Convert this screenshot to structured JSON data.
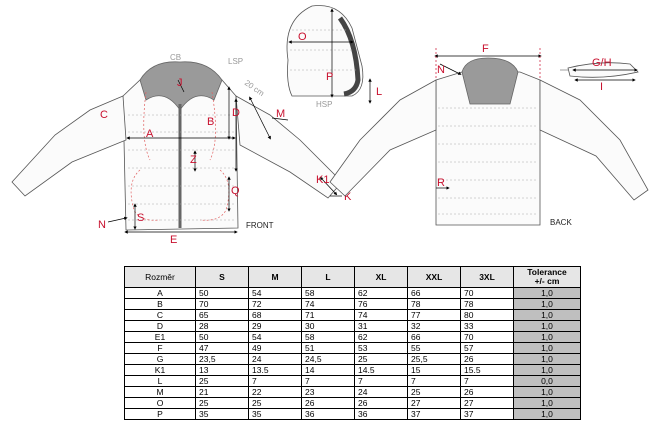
{
  "drawing": {
    "labels": {
      "a": "A",
      "b": "B",
      "c": "C",
      "d": "D",
      "e": "E",
      "f": "F",
      "gh": "G/H",
      "i": "I",
      "j": "J",
      "k": "K",
      "k1": "K1",
      "l": "L",
      "m": "M",
      "n": "N",
      "o": "O",
      "p": "P",
      "q": "Q",
      "r": "R",
      "s": "S",
      "z": "Z",
      "cb": "CB",
      "lsp": "LSP",
      "hsp": "HSP",
      "cm20": "20 cm",
      "front": "FRONT",
      "back": "BACK"
    }
  },
  "table": {
    "headers": [
      "Rozměr",
      "S",
      "M",
      "L",
      "XL",
      "XXL",
      "3XL",
      "Tolerance +/- cm"
    ],
    "rows": [
      [
        "A",
        "50",
        "54",
        "58",
        "62",
        "66",
        "70",
        "1,0"
      ],
      [
        "B",
        "70",
        "72",
        "74",
        "76",
        "78",
        "78",
        "1,0"
      ],
      [
        "C",
        "65",
        "68",
        "71",
        "74",
        "77",
        "80",
        "1,0"
      ],
      [
        "D",
        "28",
        "29",
        "30",
        "31",
        "32",
        "33",
        "1,0"
      ],
      [
        "E1",
        "50",
        "54",
        "58",
        "62",
        "66",
        "70",
        "1,0"
      ],
      [
        "F",
        "47",
        "49",
        "51",
        "53",
        "55",
        "57",
        "1,0"
      ],
      [
        "G",
        "23,5",
        "24",
        "24,5",
        "25",
        "25,5",
        "26",
        "1,0"
      ],
      [
        "K1",
        "13",
        "13.5",
        "14",
        "14.5",
        "15",
        "15.5",
        "1,0"
      ],
      [
        "L",
        "25",
        "7",
        "7",
        "7",
        "7",
        "7",
        "0,0"
      ],
      [
        "M",
        "21",
        "22",
        "23",
        "24",
        "25",
        "26",
        "1,0"
      ],
      [
        "O",
        "25",
        "25",
        "26",
        "26",
        "27",
        "27",
        "1,0"
      ],
      [
        "P",
        "35",
        "35",
        "36",
        "36",
        "37",
        "37",
        "1,0"
      ]
    ]
  }
}
